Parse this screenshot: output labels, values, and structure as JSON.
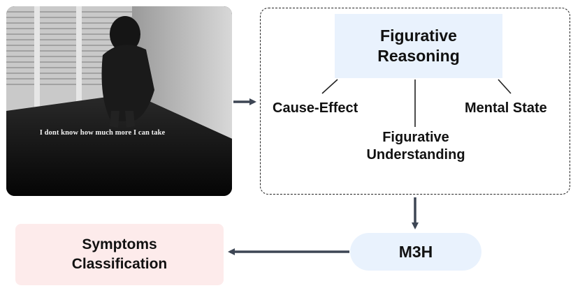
{
  "photo": {
    "caption": "I dont know how much more I can take"
  },
  "reasoning": {
    "title_line1": "Figurative",
    "title_line2": "Reasoning",
    "cause_effect": "Cause-Effect",
    "mental_state": "Mental State",
    "fig_understanding_line1": "Figurative",
    "fig_understanding_line2": "Understanding"
  },
  "model": {
    "label": "M3H"
  },
  "output": {
    "line1": "Symptoms",
    "line2": "Classification"
  },
  "colors": {
    "blue_box": "#e9f2fd",
    "pink_box": "#fdebeb",
    "arrow": "#3d4654"
  }
}
